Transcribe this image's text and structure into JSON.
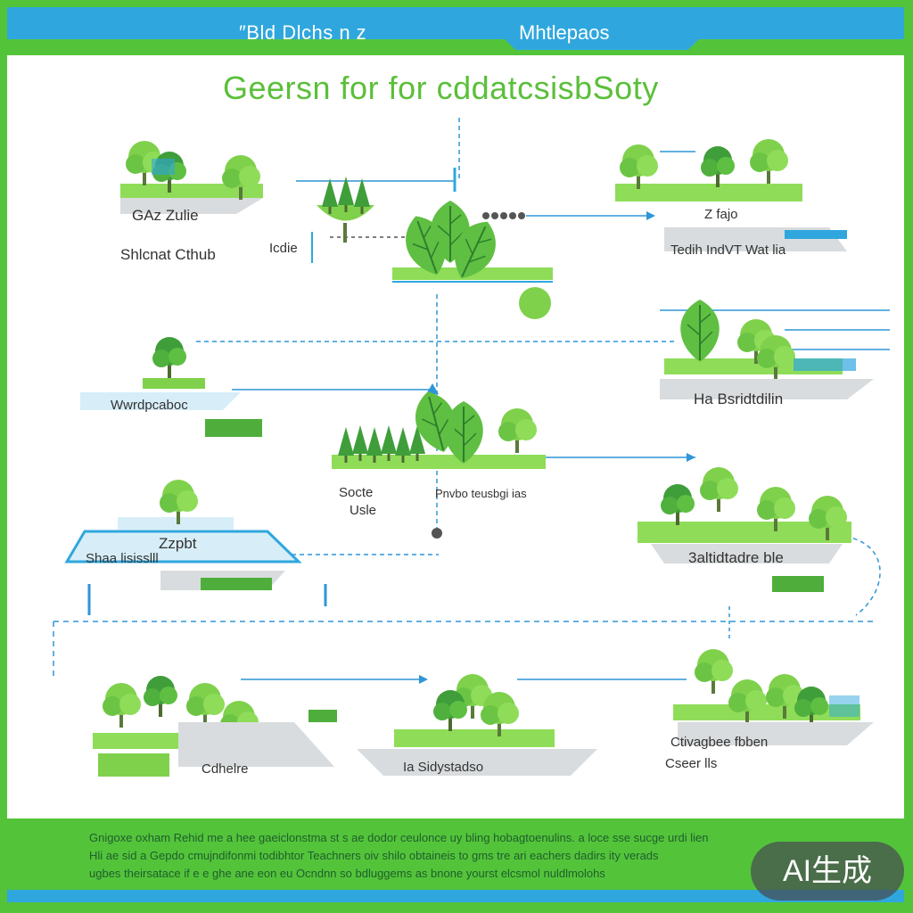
{
  "header": {
    "left_text": "″Bld Dlchs   n  z",
    "right_text": "Mhtlepaos"
  },
  "title": "Geersn for for cddatcsisbSoty",
  "colors": {
    "frame_green": "#53c43a",
    "header_blue": "#2fa7de",
    "leaf_light": "#7fd14b",
    "leaf_dark": "#3a9a3a",
    "ground_gray": "#9aa0a5",
    "connector_blue": "#2f95d6"
  },
  "nodes": [
    {
      "id": "n1",
      "labels": [
        "GAz Zulie",
        "Shlcnat Cthub"
      ]
    },
    {
      "id": "n2",
      "labels": [
        "Icdie"
      ]
    },
    {
      "id": "n3",
      "labels": []
    },
    {
      "id": "n4",
      "labels": [
        "Z fajo",
        "Tedih IndVT Wat  lia"
      ]
    },
    {
      "id": "n5",
      "labels": [
        "Wwrdpcaboc"
      ]
    },
    {
      "id": "n6",
      "labels": [
        "Ha Bsridtdilin"
      ]
    },
    {
      "id": "n7",
      "labels": [
        "Socte",
        "Usle",
        "Pnvbo teusbgi ias"
      ]
    },
    {
      "id": "n8",
      "labels": [
        "Zzpbt",
        "Shaa  lisisslll"
      ]
    },
    {
      "id": "n9",
      "labels": [
        "3altidtadre ble"
      ]
    },
    {
      "id": "n10",
      "labels": [
        "Cdhelre"
      ]
    },
    {
      "id": "n11",
      "labels": [
        "Ia Sidystadso"
      ]
    },
    {
      "id": "n12",
      "labels": [
        "Ctivagbee fbben",
        "Cseer lls"
      ]
    }
  ],
  "footer": {
    "line1": "Gnigoxe oxham  Rehid me a hee gaeiclonstma st s ae dodor  ceulonce uy bling hobagtoenulins. a loce sse sucge urdi lien",
    "line2": "Hli ae sid a  Gepdo cmujndifonmi  todibhtor  Teachners oiv shilo obtaineis to gms tre ari eachers dadirs ity verads",
    "line3": "ugbes theirsatace if e e ghe ane eon eu  Ocndnn so bdluggems as bnone yourst elcsmol nuldlmolohs"
  },
  "badge": "AI生成"
}
